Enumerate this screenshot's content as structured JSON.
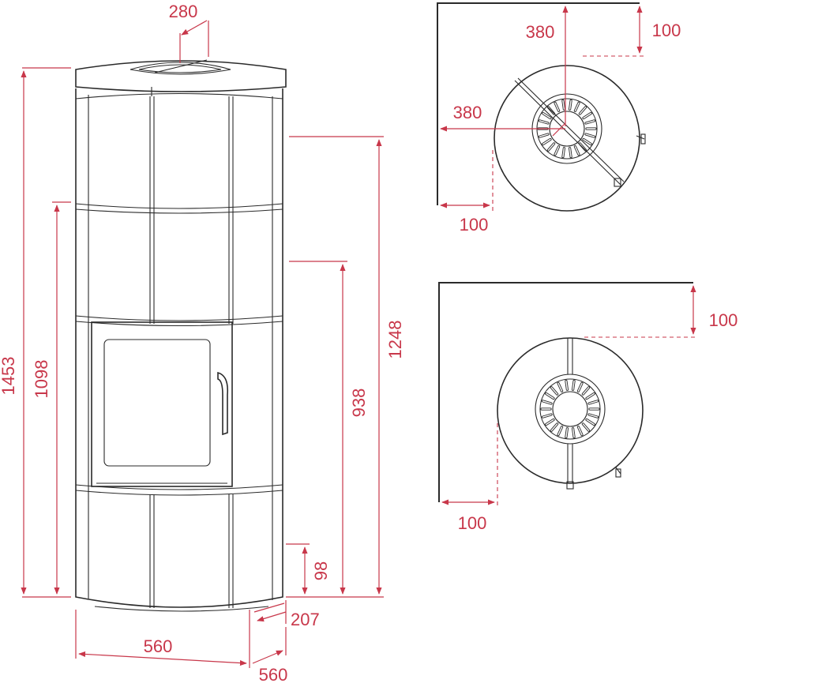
{
  "colors": {
    "dimension": "#c8374a",
    "outline": "#2a2a2a",
    "background": "#ffffff"
  },
  "front_view": {
    "top_diameter": "280",
    "total_height": "1453",
    "flue_height": "1098",
    "side_outlet_height": "1248",
    "rear_outlet_height": "938",
    "air_inlet_height": "98",
    "air_inlet_offset": "207",
    "width": "560",
    "depth": "560"
  },
  "corner_plan": {
    "back_distance": "380",
    "side_distance": "380",
    "back_clearance": "100",
    "side_clearance": "100"
  },
  "wall_plan": {
    "back_clearance": "100",
    "side_clearance": "100"
  }
}
